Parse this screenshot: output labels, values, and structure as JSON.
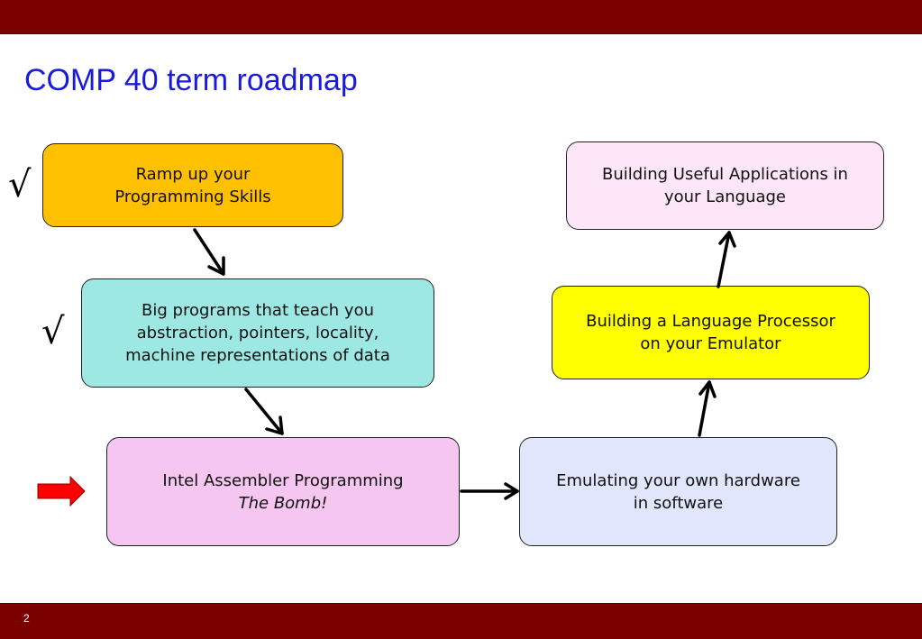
{
  "slide": {
    "title": "COMP 40 term roadmap",
    "page_number": "2",
    "colors": {
      "band": "#7b0000",
      "title": "#1a1adb",
      "ramp_box": "#ffc000",
      "big_box": "#9ee8e4",
      "intel_box": "#f5c6f0",
      "emu_box": "#e0e6fb",
      "lang_box": "#ffff00",
      "apps_box": "#fce6f7",
      "pointer_arrow": "#ff0000"
    }
  },
  "diagram": {
    "boxes": {
      "ramp": {
        "lines": [
          "Ramp up your",
          "Programming Skills"
        ]
      },
      "big": {
        "lines": [
          "Big programs that teach you",
          "abstraction, pointers, locality,",
          "machine representations of data"
        ]
      },
      "intel": {
        "line1": "Intel Assembler Programming",
        "line2": "The Bomb!"
      },
      "emu": {
        "lines": [
          "Emulating your own hardware",
          "in software"
        ]
      },
      "lang": {
        "lines": [
          "Building a Language Processor",
          "on your Emulator"
        ]
      },
      "apps": {
        "lines": [
          "Building Useful Applications in",
          "your Language"
        ]
      }
    },
    "marks": {
      "check": "√",
      "check_icon": "checkmark-icon",
      "pointer_icon": "right-arrow-icon"
    }
  }
}
